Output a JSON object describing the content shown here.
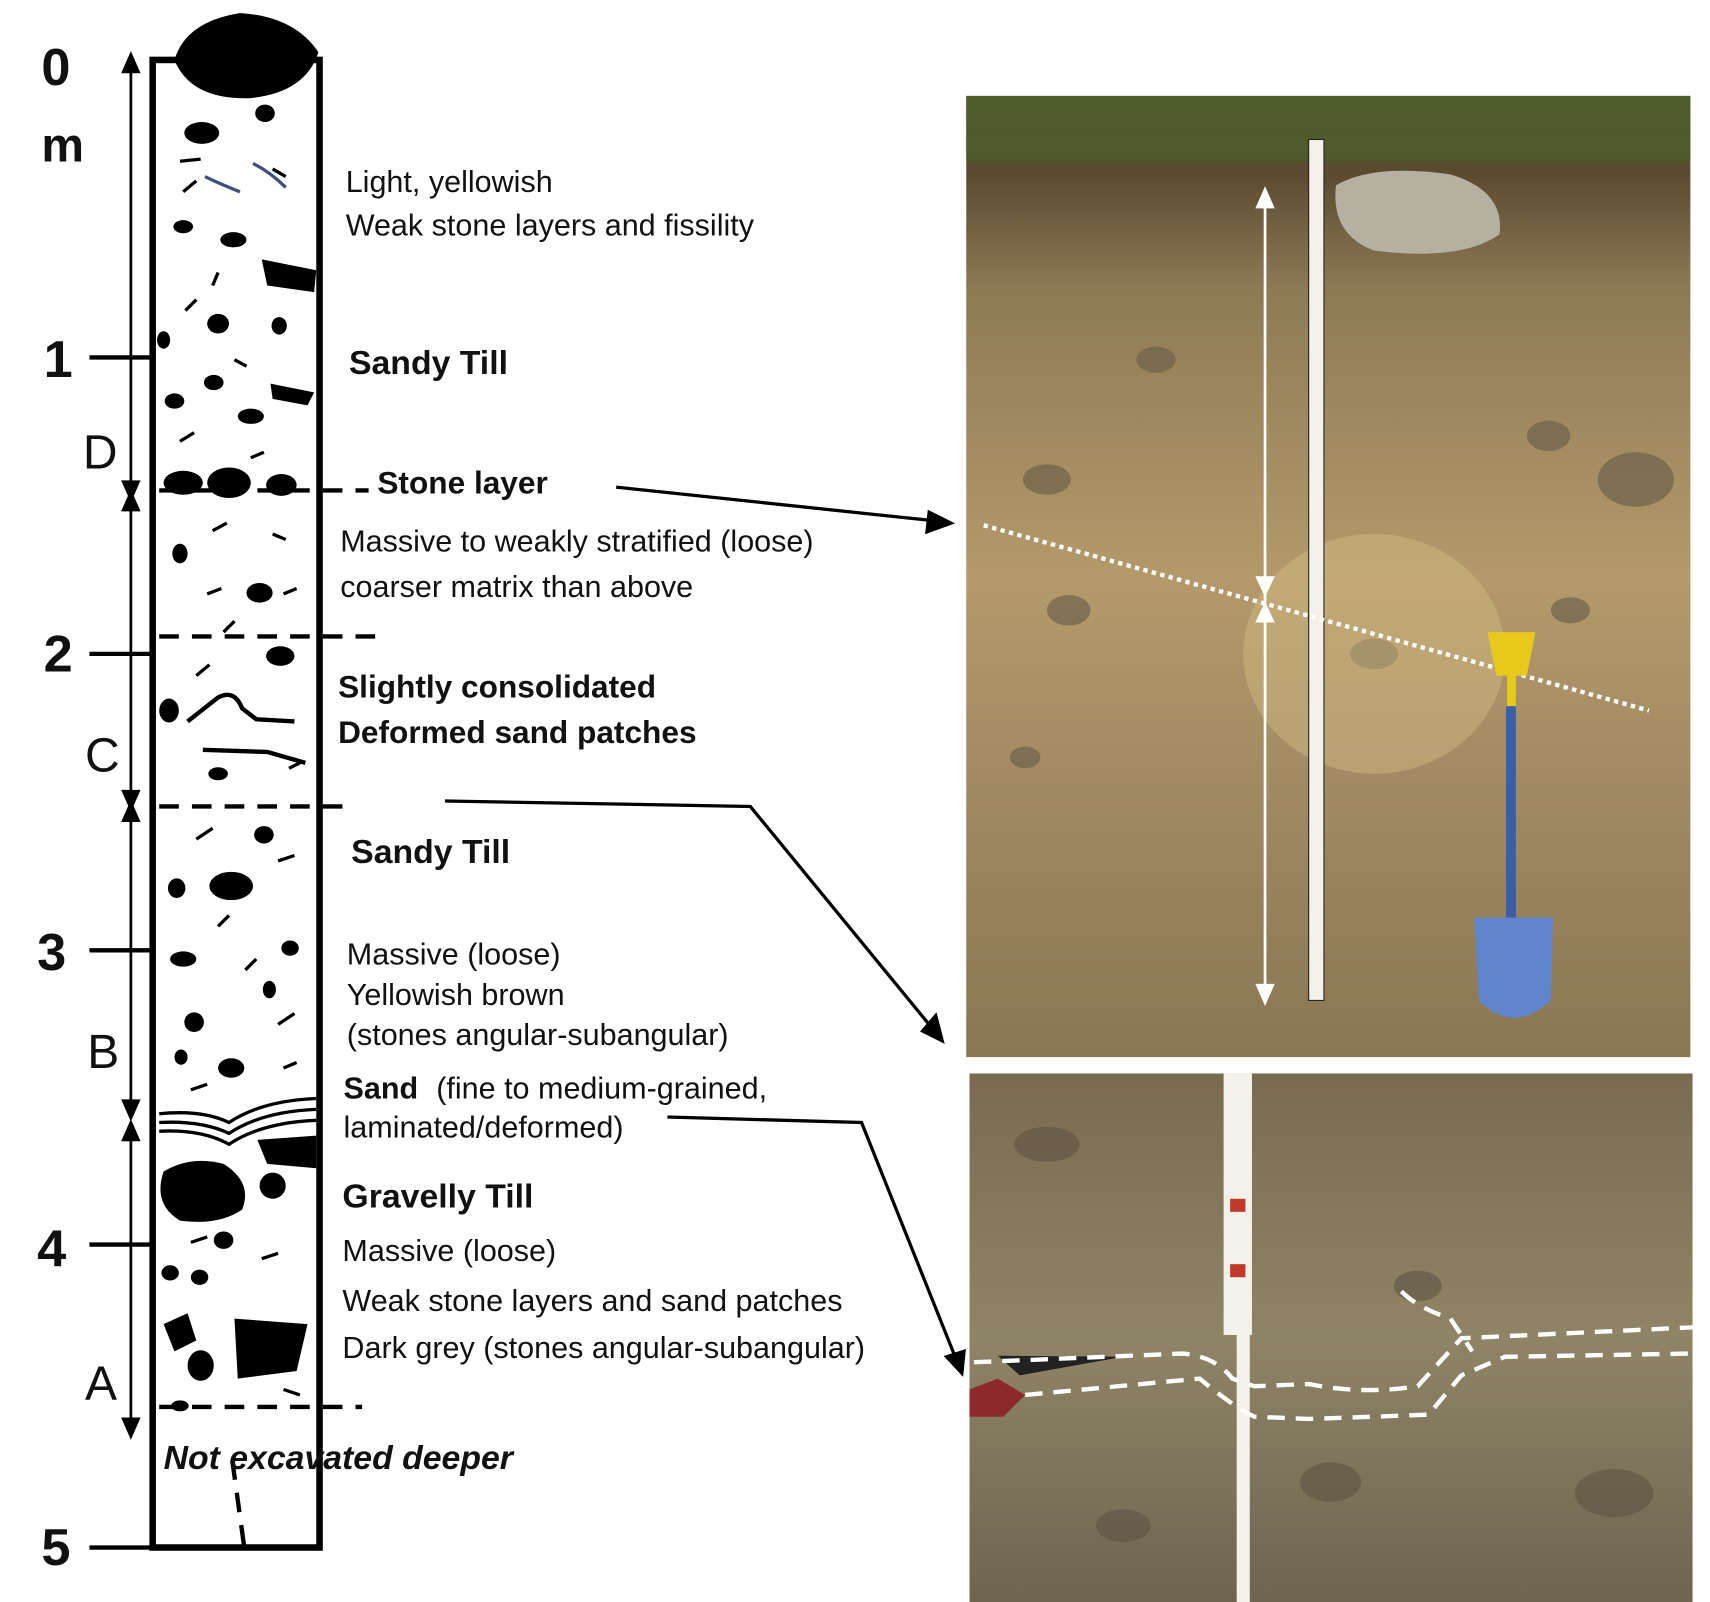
{
  "depth_axis": {
    "ticks": [
      "0",
      "1",
      "2",
      "3",
      "4",
      "5"
    ],
    "unit": "m"
  },
  "units": [
    {
      "letter": "D"
    },
    {
      "letter": "C"
    },
    {
      "letter": "B"
    },
    {
      "letter": "A"
    }
  ],
  "annotations": {
    "top_desc_1": "Light, yellowish",
    "top_desc_2": "Weak stone layers and fissility",
    "sandy_till_1": "Sandy Till",
    "stone_layer": "Stone layer",
    "massive_1": "Massive to weakly stratified (loose)",
    "massive_2": "coarser matrix than above",
    "slightly": "Slightly consolidated",
    "deformed": "Deformed sand patches",
    "sandy_till_2": "Sandy Till",
    "b_desc_1": "Massive (loose)",
    "b_desc_2": "Yellowish brown",
    "b_desc_3": "(stones angular-subangular)",
    "sand_bold": "Sand",
    "sand_desc_1": "(fine to medium-grained,",
    "sand_desc_2": "laminated/deformed)",
    "gravelly_till": "Gravelly Till",
    "a_desc_1": "Massive (loose)",
    "a_desc_2": "Weak stone layers and sand patches",
    "a_desc_3": "Dark grey (stones angular-subangular)",
    "not_excavated": "Not excavated deeper"
  },
  "colors": {
    "soil_light": "#b49a6a",
    "soil_dark": "#7a6748",
    "soil_grey": "#8a7f66",
    "shovel_blue": "#3a5fa8",
    "shovel_yellow": "#e8c81a"
  }
}
